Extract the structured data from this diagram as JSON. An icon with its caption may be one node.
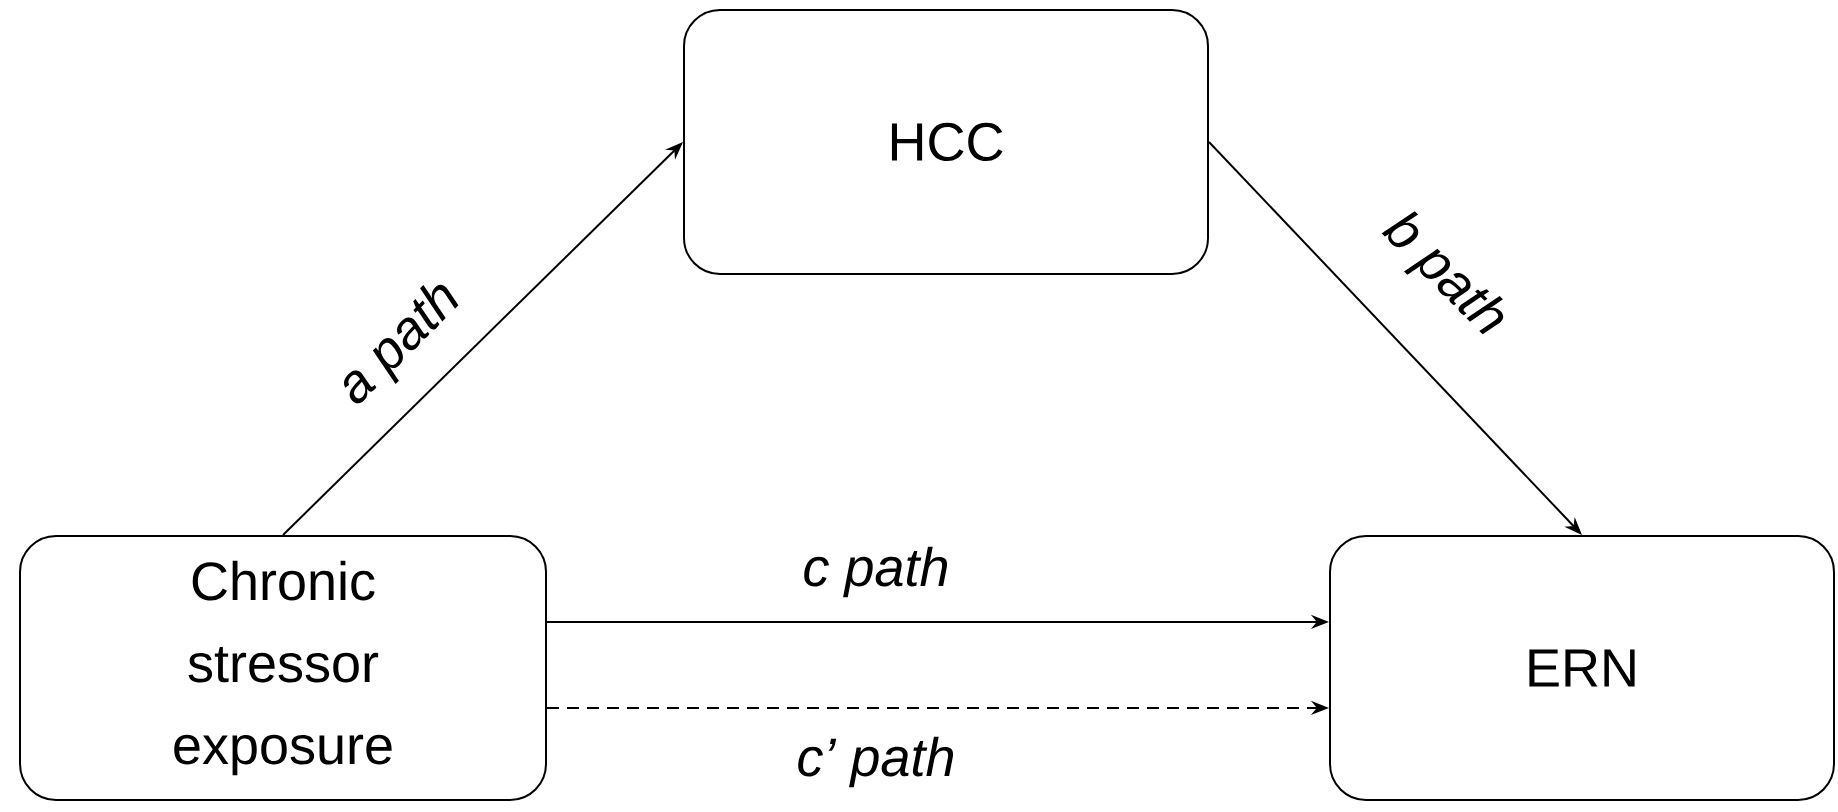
{
  "diagram": {
    "nodes": [
      {
        "text": [
          "HCC"
        ]
      },
      {
        "text": [
          "Chronic stressor exposure"
        ]
      },
      {
        "text": [
          "ERN"
        ]
      }
    ],
    "edges": [
      {
        "from": 1,
        "to": 0,
        "arrow": "to",
        "label": "a path"
      },
      {
        "from": 0,
        "to": 2,
        "arrow": "to",
        "label": "b path"
      },
      {
        "from": 1,
        "to": 2,
        "arrow": "to",
        "label": "c path"
      },
      {
        "from": 1,
        "to": 2,
        "arrow": "to",
        "label": "c’ path",
        "style": "dashed"
      }
    ]
  }
}
